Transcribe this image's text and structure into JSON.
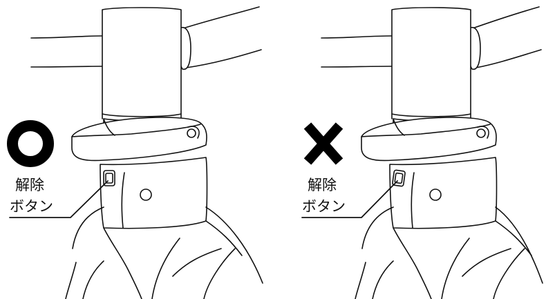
{
  "panels": [
    {
      "id": "correct",
      "verdict_symbol": "circle-mark-icon",
      "label_line1": "解除",
      "label_line2": "ボタン"
    },
    {
      "id": "incorrect",
      "verdict_symbol": "cross-mark-icon",
      "label_line1": "解除",
      "label_line2": "ボタン"
    }
  ],
  "colors": {
    "line": "#111111",
    "fill": "#ffffff",
    "mark": "#000000"
  }
}
